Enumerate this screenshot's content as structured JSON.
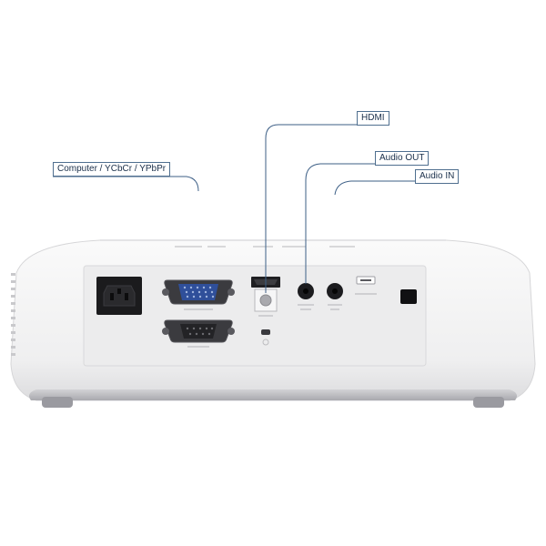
{
  "callouts": {
    "computer": "Computer / YCbCr / YPbPr",
    "hdmi": "HDMI",
    "audio_out": "Audio OUT",
    "audio_in": "Audio IN"
  },
  "colors": {
    "leader_line": "#3d5f86",
    "label_text": "#1a2f4a",
    "projector_body": "#f3f3f4",
    "panel": "#ededee",
    "vga_port": "#2f4f9a"
  }
}
